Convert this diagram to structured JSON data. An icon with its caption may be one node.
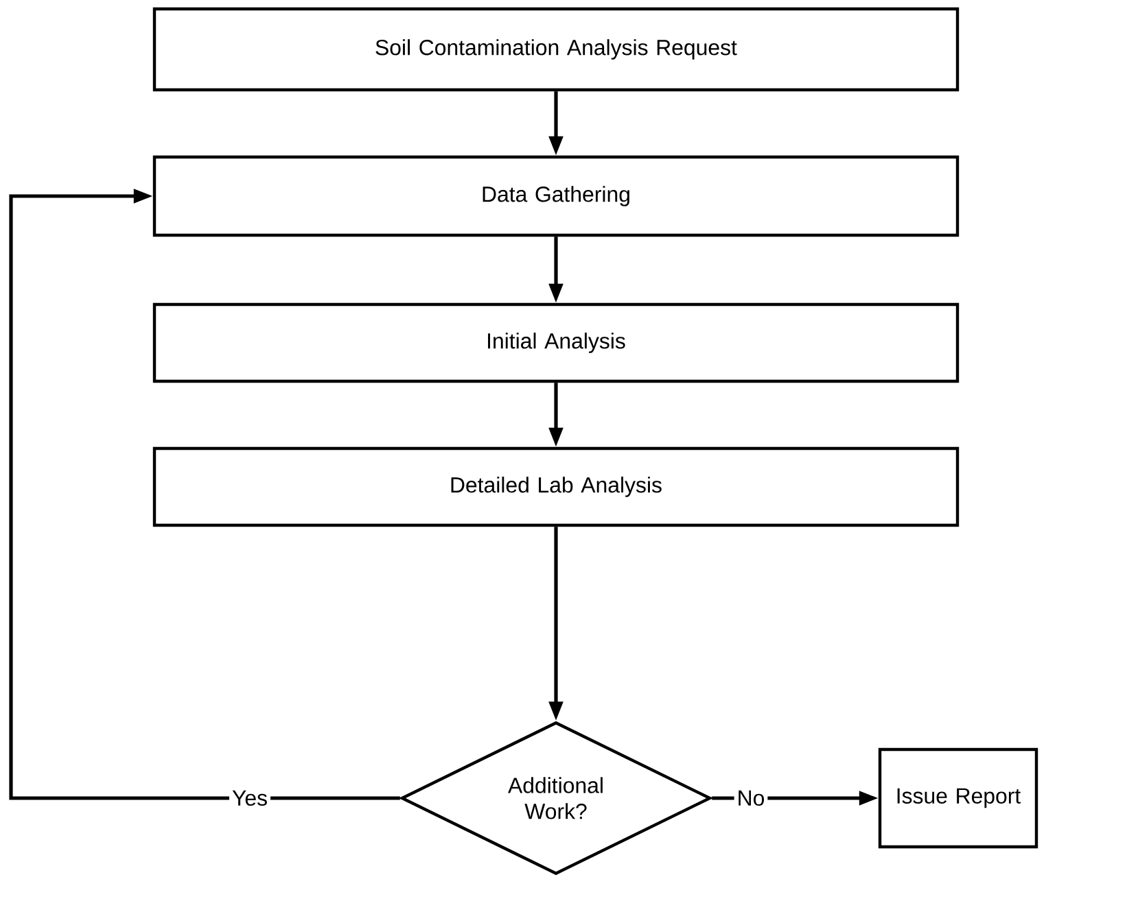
{
  "diagram": {
    "nodes": [
      {
        "text": [
          "Soil Contamination Analysis Request"
        ]
      },
      {
        "text": [
          "Data Gathering"
        ]
      },
      {
        "text": [
          "Initial Analysis"
        ]
      },
      {
        "text": [
          "Detailed Lab Analysis"
        ]
      },
      {
        "text": [
          "Additional Work?"
        ]
      },
      {
        "text": [
          "Issue Report"
        ]
      }
    ],
    "edges": [
      {
        "from": 0,
        "to": 1,
        "arrow": "to"
      },
      {
        "from": 1,
        "to": 2,
        "arrow": "to"
      },
      {
        "from": 2,
        "to": 3,
        "arrow": "to"
      },
      {
        "from": 3,
        "to": 4,
        "arrow": "to"
      },
      {
        "from": 4,
        "to": 1,
        "arrow": "to",
        "label": "Yes"
      },
      {
        "from": 4,
        "to": 5,
        "arrow": "to",
        "label": "No"
      }
    ]
  }
}
